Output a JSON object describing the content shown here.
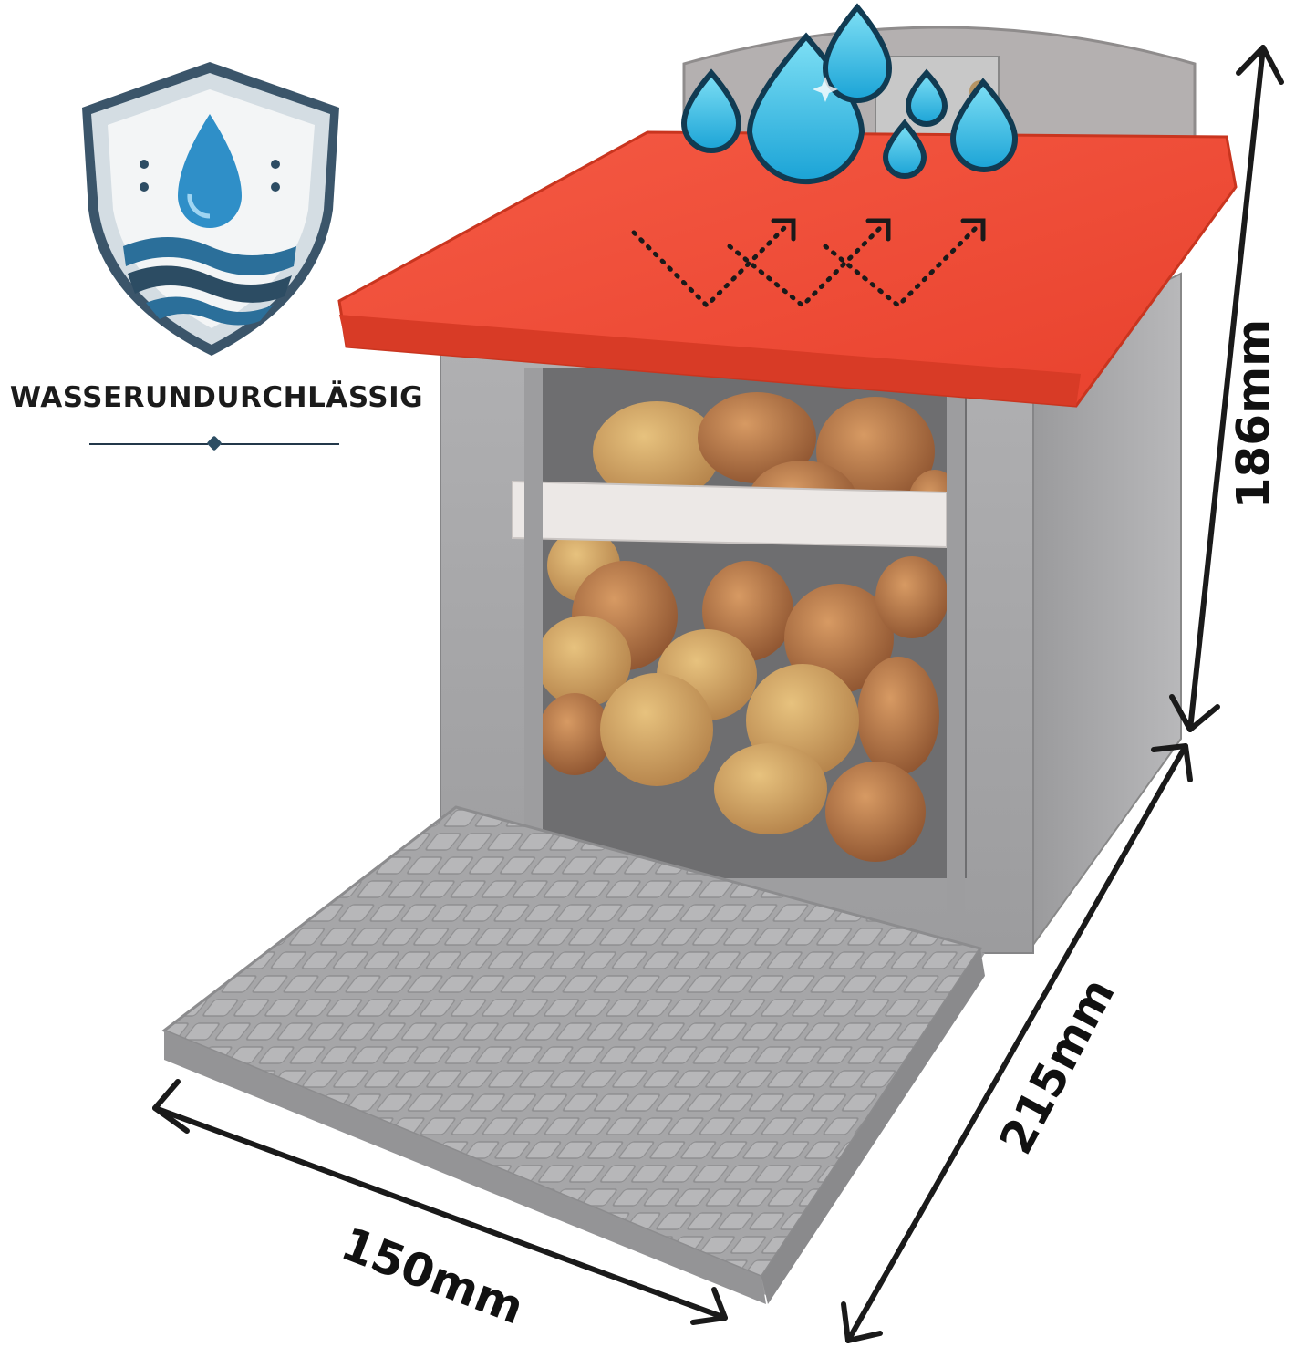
{
  "badge": {
    "label": "WASSERUNDURCHLÄSSIG",
    "icon": "water-shield-icon",
    "colors": {
      "shield": "#2c4c63",
      "water": "#2f8fc8"
    }
  },
  "product": {
    "roof_color": "#f04a36",
    "body_color": "#a9a9ab",
    "rain_icon": "water-drops-icon",
    "airflow_icon": "dotted-airflow-arrows-icon"
  },
  "dimensions": {
    "height": "186mm",
    "depth": "215mm",
    "width": "150mm"
  }
}
